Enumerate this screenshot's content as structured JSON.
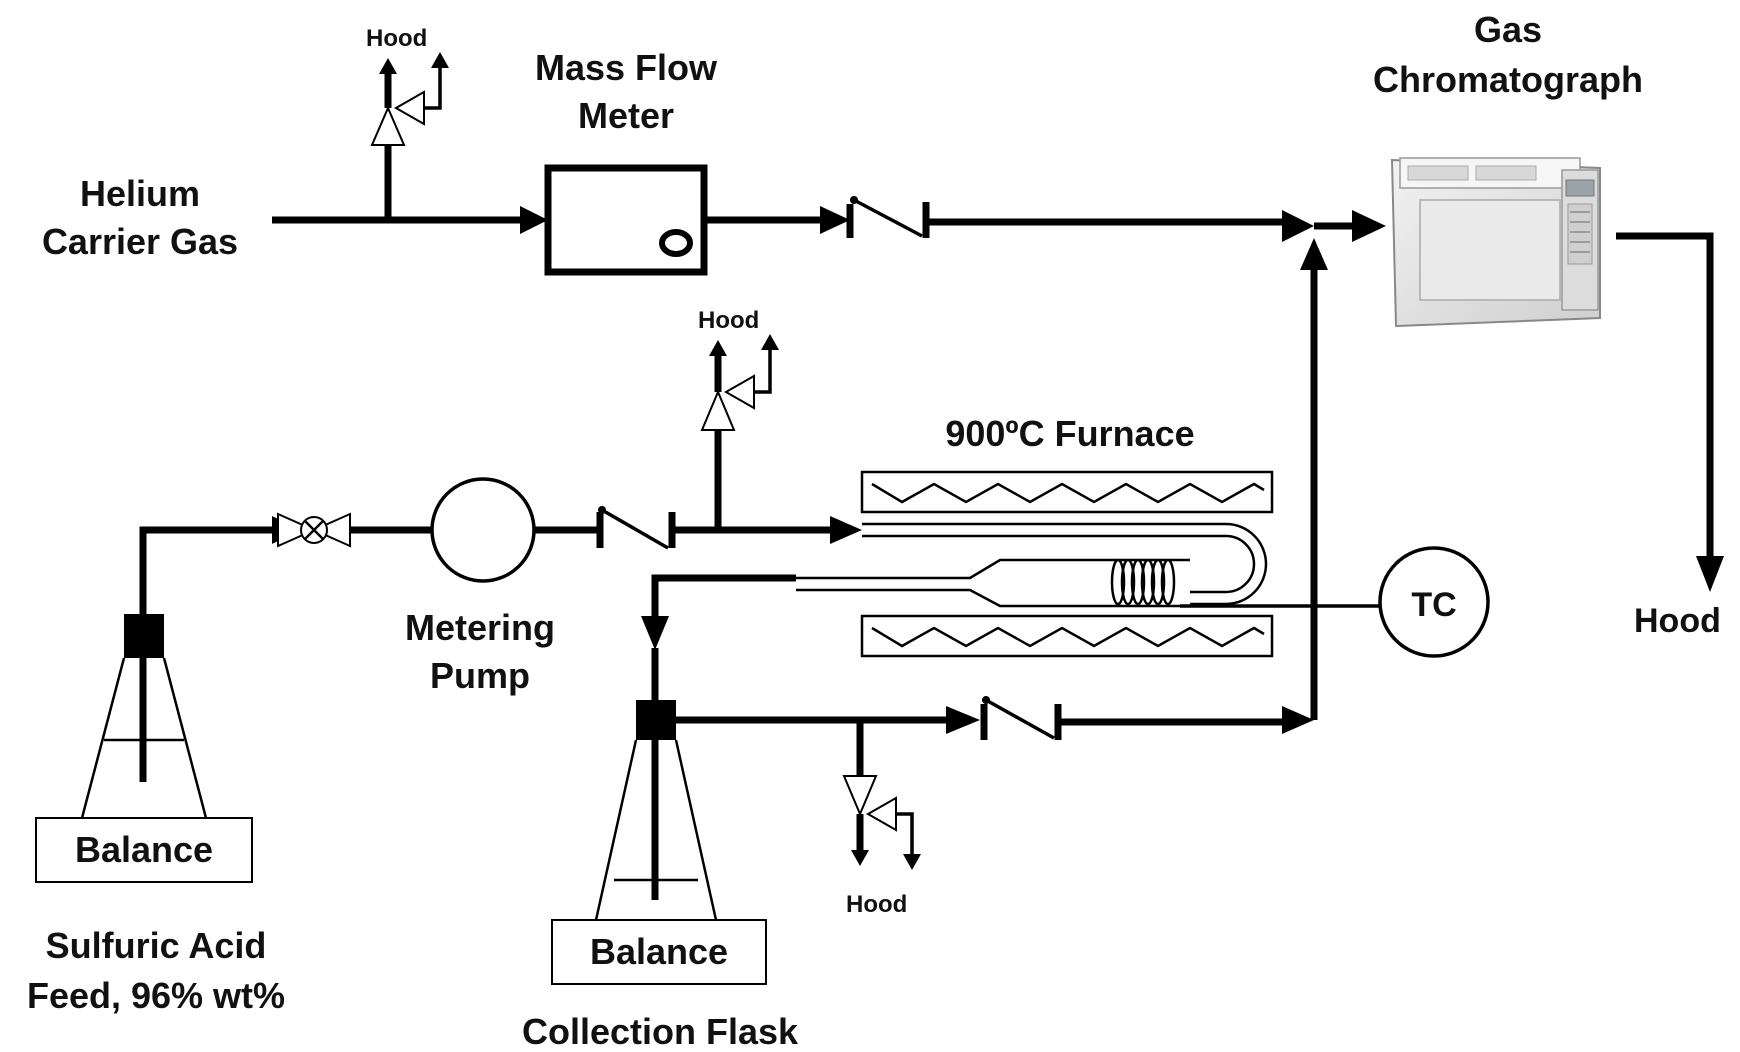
{
  "labels": {
    "helium_line1": "Helium",
    "helium_line2": "Carrier Gas",
    "mfm_line1": "Mass Flow",
    "mfm_line2": "Meter",
    "gc_line1": "Gas",
    "gc_line2": "Chromatograph",
    "hood_top": "Hood",
    "hood_mid": "Hood",
    "hood_bottom": "Hood",
    "hood_right": "Hood",
    "furnace": "900ºC Furnace",
    "tc": "TC",
    "metering_line1": "Metering",
    "metering_line2": "Pump",
    "balance_left": "Balance",
    "balance_right": "Balance",
    "feed_line1": "Sulfuric Acid",
    "feed_line2": "Feed, 96% wt%",
    "collection": "Collection Flask"
  },
  "icons": {
    "relief_valve": "relief-valve-icon",
    "check_valve": "check-valve-icon",
    "needle_valve": "needle-valve-icon",
    "pump": "metering-pump-icon",
    "coil": "coil-icon"
  },
  "colors": {
    "line": "#000000",
    "background": "#ffffff",
    "gc_body": "#e6e6e6"
  }
}
